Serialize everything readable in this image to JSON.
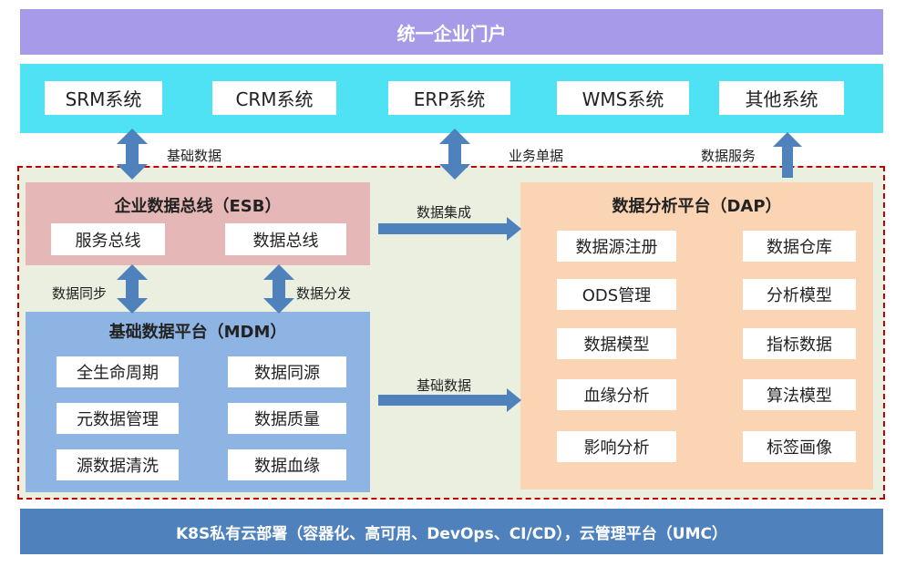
{
  "portal": {
    "title": "统一企业门户"
  },
  "systems": [
    "SRM系统",
    "CRM系统",
    "ERP系统",
    "WMS系统",
    "其他系统"
  ],
  "connectors": {
    "srm_esb": "基础数据",
    "erp_platform": "业务单据",
    "dap_other": "数据服务",
    "esb_dap": "数据集成",
    "mdm_dap": "基础数据",
    "esb_mdm_sync": "数据同步",
    "esb_mdm_dist": "数据分发"
  },
  "esb": {
    "title": "企业数据总线（ESB）",
    "items": [
      "服务总线",
      "数据总线"
    ]
  },
  "mdm": {
    "title": "基础数据平台（MDM）",
    "items": [
      "全生命周期",
      "数据同源",
      "元数据管理",
      "数据质量",
      "源数据清洗",
      "数据血缘"
    ]
  },
  "dap": {
    "title": "数据分析平台（DAP）",
    "items": [
      "数据源注册",
      "数据仓库",
      "ODS管理",
      "分析模型",
      "数据模型",
      "指标数据",
      "血缘分析",
      "算法模型",
      "影响分析",
      "标签画像"
    ]
  },
  "footer": {
    "text": "K8S私有云部署（容器化、高可用、DevOps、CI/CD），云管理平台（UMC）"
  },
  "colors": {
    "portal": "#a79ae8",
    "systems": "#4fe1f4",
    "esb": "#e5b8b7",
    "mdm": "#8eb4e3",
    "dap": "#fbd4b4",
    "footer": "#4f81bd",
    "arrow": "#4f81bd",
    "dashed_border": "#c00000"
  }
}
